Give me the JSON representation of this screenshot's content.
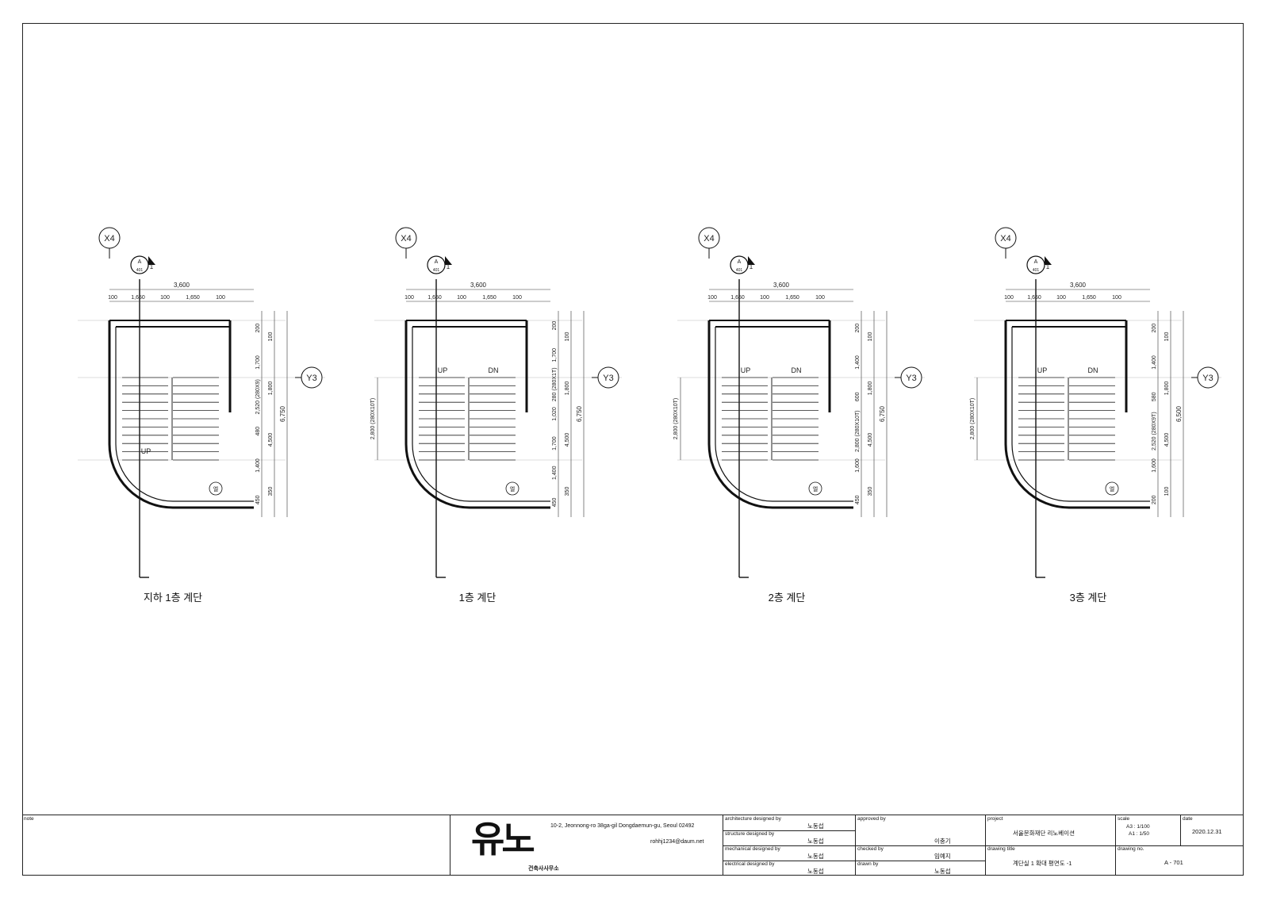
{
  "plans": [
    {
      "title": "지하 1층 계단",
      "grid_x": "X4",
      "grid_y": "Y3",
      "marker_top": "A",
      "marker_bottom": "401",
      "marker_num": "1",
      "dims_top": [
        "3,600",
        "100",
        "1,650",
        "100",
        "1,650",
        "100"
      ],
      "dims_right1": [
        "200",
        "1,700",
        "2,520 (280X9)",
        "480",
        "1,400",
        "450"
      ],
      "dims_right2": [
        "100",
        "1,800",
        "4,500",
        "350"
      ],
      "dims_right3": "6,750",
      "stair_labels": [
        "UP"
      ],
      "elev_label": "엘"
    },
    {
      "title": "1층 계단",
      "grid_x": "X4",
      "grid_y": "Y3",
      "marker_top": "A",
      "marker_bottom": "401",
      "marker_num": "1",
      "dims_top": [
        "3,600",
        "100",
        "1,650",
        "100",
        "1,650",
        "100"
      ],
      "dims_left": "2,800 (280X10T)",
      "dims_right1": [
        "200",
        "1,700",
        "280 (280X1T)",
        "1,020",
        "1,700",
        "1,400",
        "450"
      ],
      "dims_right2": [
        "100",
        "1,800",
        "4,500",
        "350"
      ],
      "dims_right3": "6,750",
      "stair_labels": [
        "UP",
        "DN"
      ],
      "elev_label": "엘"
    },
    {
      "title": "2층 계단",
      "grid_x": "X4",
      "grid_y": "Y3",
      "marker_top": "A",
      "marker_bottom": "401",
      "marker_num": "1",
      "dims_top": [
        "3,600",
        "100",
        "1,650",
        "100",
        "1,650",
        "100"
      ],
      "dims_left": "2,800 (280X10T)",
      "dims_right1": [
        "200",
        "1,400",
        "600",
        "2,800 (280X10T)",
        "1,600",
        "450"
      ],
      "dims_right2": [
        "100",
        "1,800",
        "4,500",
        "350"
      ],
      "dims_right3": "6,750",
      "stair_labels": [
        "UP",
        "DN"
      ],
      "elev_label": "엘"
    },
    {
      "title": "3층 계단",
      "grid_x": "X4",
      "grid_y": "Y3",
      "marker_top": "A",
      "marker_bottom": "401",
      "marker_num": "1",
      "dims_top": [
        "3,600",
        "100",
        "1,650",
        "100",
        "1,650",
        "100"
      ],
      "dims_left": "2,800 (280X10T)",
      "dims_right1": [
        "200",
        "1,400",
        "580",
        "2,520 (280X9T)",
        "1,600",
        "200"
      ],
      "dims_right2": [
        "100",
        "1,800",
        "4,500",
        "100"
      ],
      "dims_right3": "6,500",
      "stair_labels": [
        "UP",
        "DN"
      ],
      "elev_label": "엘"
    }
  ],
  "title_block": {
    "note_label": "note",
    "logo_text": "유노",
    "logo_sub": "건축사사무소",
    "address": "10-2, Jeonnong-ro 38ga-gil Dongdaemun-gu, Seoul 02492",
    "email": "rohhj1234@daum.net",
    "arch_label": "architecture designed by",
    "arch_value": "노동섭",
    "struct_label": "structure designed by",
    "struct_value": "노동섭",
    "mech_label": "mechanical designed by",
    "mech_value": "노동섭",
    "elec_label": "electrical designed by",
    "elec_value": "노동섭",
    "approved_label": "approved by",
    "approved_value": "이충기",
    "checked_label": "checked by",
    "checked_value": "임예지",
    "drawn_label": "drawn by",
    "drawn_value": "노동섭",
    "project_label": "project",
    "project_value": "서울문화재단 리노베이션",
    "drawing_title_label": "drawing title",
    "drawing_title_value": "계단실 1 확대 평면도 -1",
    "scale_label": "scale",
    "scale_a3": "A3 : 1/100",
    "scale_a1": "A1 : 1/50",
    "date_label": "date",
    "date_value": "2020.12.31",
    "drawing_no_label": "drawing no.",
    "drawing_no_value": "A - 701"
  }
}
